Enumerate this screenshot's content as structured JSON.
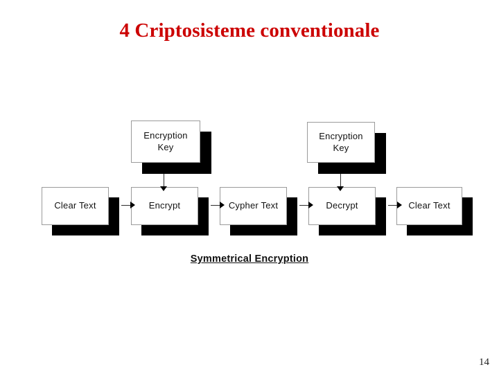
{
  "slide": {
    "title": "4 Criptosisteme conventionale",
    "title_color": "#cc0000",
    "background_color": "#ffffff",
    "page_number": "14"
  },
  "diagram": {
    "caption": "Symmetrical Encryption",
    "shadow_color": "#000000",
    "box_fill": "#ffffff",
    "box_border": "#9a9a9a",
    "text_color": "#111111",
    "nodes": [
      {
        "id": "clear-text-left",
        "label": "Clear Text",
        "kind": "data"
      },
      {
        "id": "encryption-key-1",
        "label": "Encryption\nKey",
        "kind": "key"
      },
      {
        "id": "encrypt",
        "label": "Encrypt",
        "kind": "process"
      },
      {
        "id": "cypher-text",
        "label": "Cypher Text",
        "kind": "data"
      },
      {
        "id": "encryption-key-2",
        "label": "Encryption\nKey",
        "kind": "key"
      },
      {
        "id": "decrypt",
        "label": "Decrypt",
        "kind": "process"
      },
      {
        "id": "clear-text-right",
        "label": "Clear Text",
        "kind": "data"
      }
    ],
    "connectors": [
      {
        "id": "clear-text-left-to-encrypt",
        "from": "clear-text-left",
        "to": "encrypt",
        "direction": "horizontal"
      },
      {
        "id": "encrypt-to-cypher-text",
        "from": "encrypt",
        "to": "cypher-text",
        "direction": "horizontal"
      },
      {
        "id": "cypher-text-to-decrypt",
        "from": "cypher-text",
        "to": "decrypt",
        "direction": "horizontal"
      },
      {
        "id": "decrypt-to-clear-text-right",
        "from": "decrypt",
        "to": "clear-text-right",
        "direction": "horizontal"
      },
      {
        "id": "key1-to-encrypt",
        "from": "encryption-key-1",
        "to": "encrypt",
        "direction": "vertical"
      },
      {
        "id": "key2-to-decrypt",
        "from": "encryption-key-2",
        "to": "decrypt",
        "direction": "vertical"
      }
    ]
  }
}
